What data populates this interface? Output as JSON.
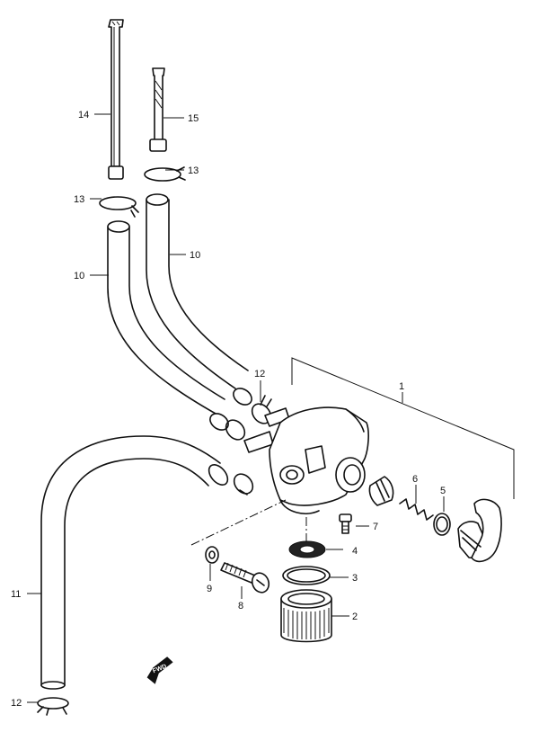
{
  "callouts": {
    "c1": "1",
    "c2": "2",
    "c3": "3",
    "c4": "4",
    "c5": "5",
    "c6": "6",
    "c7": "7",
    "c8": "8",
    "c9": "9",
    "c10a": "10",
    "c10b": "10",
    "c11": "11",
    "c12a": "12",
    "c12b": "12",
    "c13a": "13",
    "c13b": "13",
    "c14": "14",
    "c15": "15"
  },
  "fwd_label": "FWD"
}
